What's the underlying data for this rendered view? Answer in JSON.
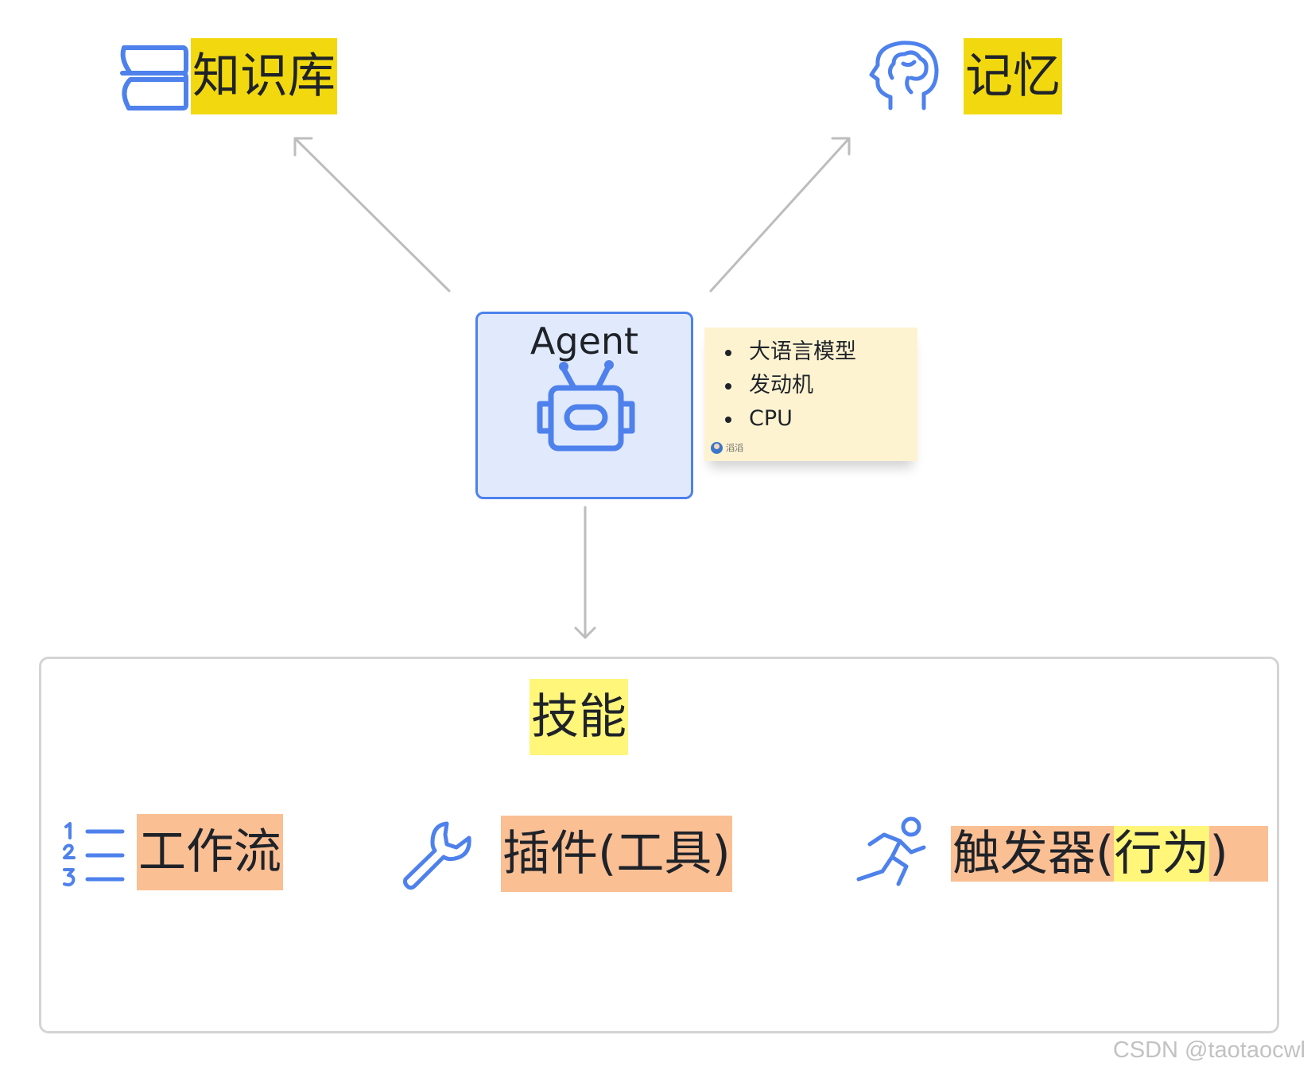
{
  "center": {
    "title": "Agent",
    "note": {
      "items": [
        "大语言模型",
        "发动机",
        "CPU"
      ],
      "author": "滔滔"
    }
  },
  "top_left": {
    "label": "知识库",
    "icon": "books-icon"
  },
  "top_right": {
    "label": "记忆",
    "icon": "head-brain-icon"
  },
  "skills": {
    "title": "技能",
    "items": [
      {
        "label": "工作流",
        "icon": "numbered-list-icon"
      },
      {
        "label": "插件(工具)",
        "icon": "wrench-icon"
      },
      {
        "label_a": "触发器(",
        "label_b": "行为",
        "label_c": ")",
        "icon": "running-person-icon"
      }
    ]
  },
  "watermark": "CSDN @taotaocwl",
  "colors": {
    "accent_blue": "#4e81ec",
    "agent_fill": "#e1eafd",
    "note_fill": "#fef3d1",
    "highlight_yellow": "#f2d90f",
    "highlight_light_yellow": "#fff67a",
    "highlight_orange": "#fbbf94",
    "arrow_gray": "#bdbdbd"
  }
}
